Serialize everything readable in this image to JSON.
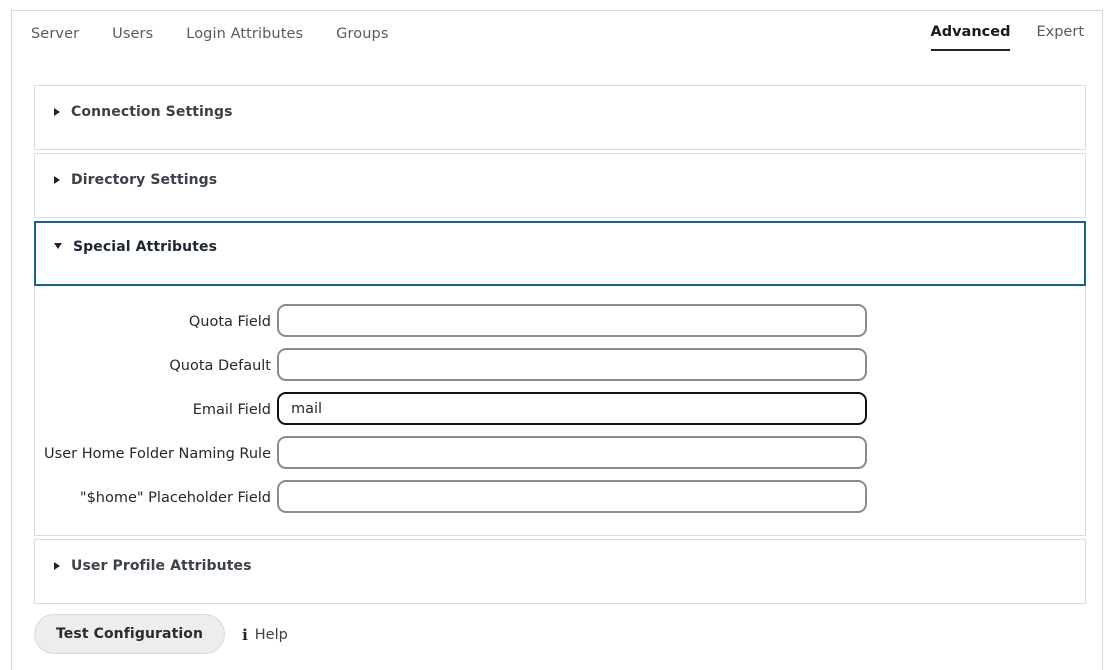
{
  "nav": {
    "items": [
      {
        "label": "Server"
      },
      {
        "label": "Users"
      },
      {
        "label": "Login Attributes"
      },
      {
        "label": "Groups"
      }
    ],
    "modes": [
      {
        "label": "Advanced",
        "active": true
      },
      {
        "label": "Expert",
        "active": false
      }
    ]
  },
  "sections": [
    {
      "title": "Connection Settings",
      "expanded": false,
      "icon": "chevron-right-icon"
    },
    {
      "title": "Directory Settings",
      "expanded": false,
      "icon": "chevron-right-icon"
    },
    {
      "title": "Special Attributes",
      "expanded": true,
      "icon": "chevron-down-icon"
    },
    {
      "title": "User Profile Attributes",
      "expanded": false,
      "icon": "chevron-right-icon"
    }
  ],
  "special_attributes_form": {
    "fields": [
      {
        "label": "Quota Field",
        "value": "",
        "placeholder": "",
        "focused": false
      },
      {
        "label": "Quota Default",
        "value": "",
        "placeholder": "",
        "focused": false
      },
      {
        "label": "Email Field",
        "value": "mail",
        "placeholder": "",
        "focused": true
      },
      {
        "label": "User Home Folder Naming Rule",
        "value": "",
        "placeholder": "",
        "focused": false
      },
      {
        "label": "\"$home\" Placeholder Field",
        "value": "",
        "placeholder": "",
        "focused": false
      }
    ]
  },
  "footer": {
    "test_button_label": "Test Configuration",
    "help_label": "Help",
    "info_icon_glyph": "i"
  },
  "colors": {
    "accent_blue": "#16618f",
    "active_tab_underline": "#222222",
    "card_border": "#dcdcdc",
    "input_border": "#8c8c8c",
    "input_border_focused": "#111111",
    "button_bg": "#ededed"
  }
}
